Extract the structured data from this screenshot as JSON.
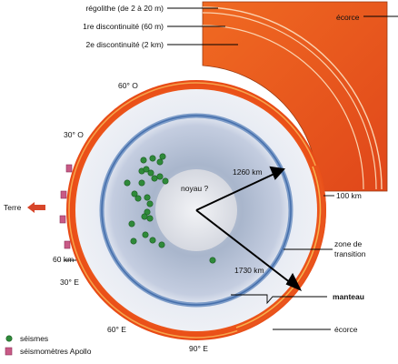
{
  "diagram": {
    "labels": {
      "regolith": "régolithe (de 2 à 20 m)",
      "first_disc": "1re discontinuité (60 m)",
      "second_disc": "2e discontinuité (2 km)",
      "crust_top": "écorce",
      "core": "noyau ?",
      "r1260": "1260 km",
      "r1730": "1730 km",
      "d100": "100 km",
      "transition": [
        "zone de",
        "transition"
      ],
      "mantle": "manteau",
      "crust_bottom": "écorce",
      "earth": "Terre",
      "lat_60o": "60° O",
      "lat_30o": "30° O",
      "lat_60km": "60 km",
      "lat_30e": "30° E",
      "lat_60e": "60° E",
      "lat_90e": "90° E"
    },
    "legend": {
      "quakes": "séismes",
      "seismometers": "séismomètres Apollo"
    },
    "colors": {
      "crust_orange": "#e8531a",
      "crust_light": "#f39a3c",
      "mantle_blue": "#9fb3d3",
      "mantle_band": "#5c86be",
      "core_gray": "#dfe1e8",
      "quake_green": "#2f8a3a",
      "station_pink": "#c85a86",
      "earth_arrow": "#d7462a"
    }
  }
}
